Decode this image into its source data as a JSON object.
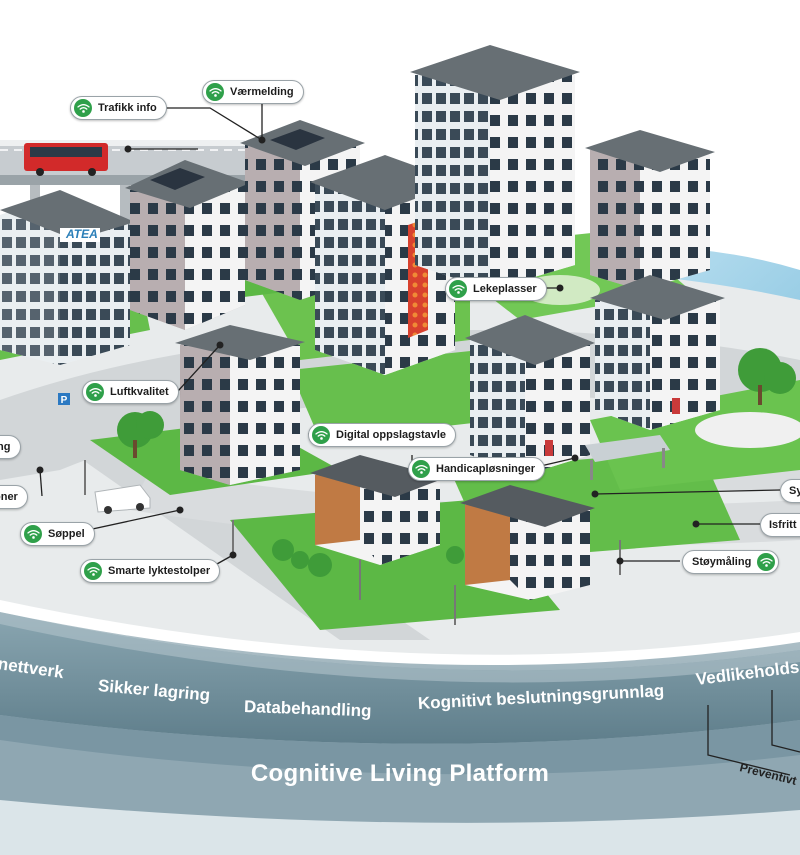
{
  "labels": {
    "trafikk": "Trafikk info",
    "varmelding": "Værmelding",
    "lekeplasser": "Lekeplasser",
    "luftkvalitet": "Luftkvalitet",
    "digital": "Digital oppslagstavle",
    "handicap": "Handicapløsninger",
    "soppel": "Søppel",
    "lyktestolper": "Smarte lyktestolper",
    "stoymaling": "Støymåling",
    "isfritt": "Isfritt",
    "sy": "Sy",
    "oner": "oner",
    "ing": "ing"
  },
  "band": {
    "items": [
      "nettverk",
      "Sikker lagring",
      "Databehandling",
      "Kognitivt beslutningsgrunnlag",
      "Vedlikeholds"
    ],
    "sub": "Preventivt"
  },
  "platform": {
    "title": "Cognitive Living Platform"
  },
  "logo": {
    "text": "ATEA"
  },
  "colors": {
    "wifi": "#2fa04a",
    "grass": "#5cb845",
    "band": "#6f8d9a",
    "water": "#a9d5ea",
    "bus": "#d22a2a",
    "mural": "#d8412e"
  },
  "icons": [
    "wifi-icon"
  ]
}
